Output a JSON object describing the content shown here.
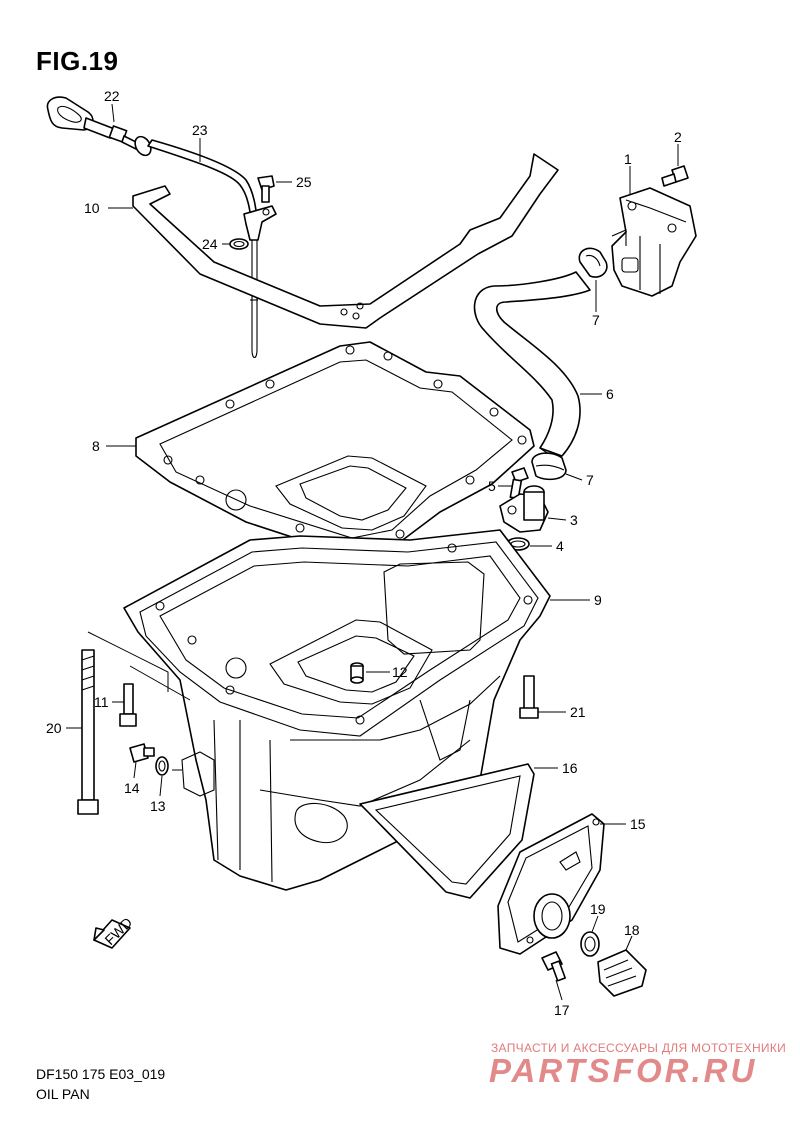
{
  "figure": {
    "title": "FIG.19",
    "model_code": "DF150 175 E03_019",
    "section_name": "OIL PAN",
    "fwd_arrow_text": "FWD"
  },
  "watermark": {
    "top_line": "ЗАПЧАСТИ И АКСЕССУАРЫ ДЛЯ МОТОТЕХНИКИ",
    "logo_text": "PARTSFOR.RU",
    "color": "#e28a8a"
  },
  "callouts": [
    {
      "id": "c1",
      "text": "1"
    },
    {
      "id": "c2",
      "text": "2"
    },
    {
      "id": "c3",
      "text": "3"
    },
    {
      "id": "c4",
      "text": "4"
    },
    {
      "id": "c5",
      "text": "5"
    },
    {
      "id": "c6",
      "text": "6"
    },
    {
      "id": "c7a",
      "text": "7"
    },
    {
      "id": "c7b",
      "text": "7"
    },
    {
      "id": "c8",
      "text": "8"
    },
    {
      "id": "c9",
      "text": "9"
    },
    {
      "id": "c10",
      "text": "10"
    },
    {
      "id": "c11",
      "text": "11"
    },
    {
      "id": "c12",
      "text": "12"
    },
    {
      "id": "c13",
      "text": "13"
    },
    {
      "id": "c14",
      "text": "14"
    },
    {
      "id": "c15",
      "text": "15"
    },
    {
      "id": "c16",
      "text": "16"
    },
    {
      "id": "c17",
      "text": "17"
    },
    {
      "id": "c18",
      "text": "18"
    },
    {
      "id": "c19",
      "text": "19"
    },
    {
      "id": "c20",
      "text": "20"
    },
    {
      "id": "c21",
      "text": "21"
    },
    {
      "id": "c22",
      "text": "22"
    },
    {
      "id": "c23",
      "text": "23"
    },
    {
      "id": "c24",
      "text": "24"
    },
    {
      "id": "c25",
      "text": "25"
    }
  ]
}
